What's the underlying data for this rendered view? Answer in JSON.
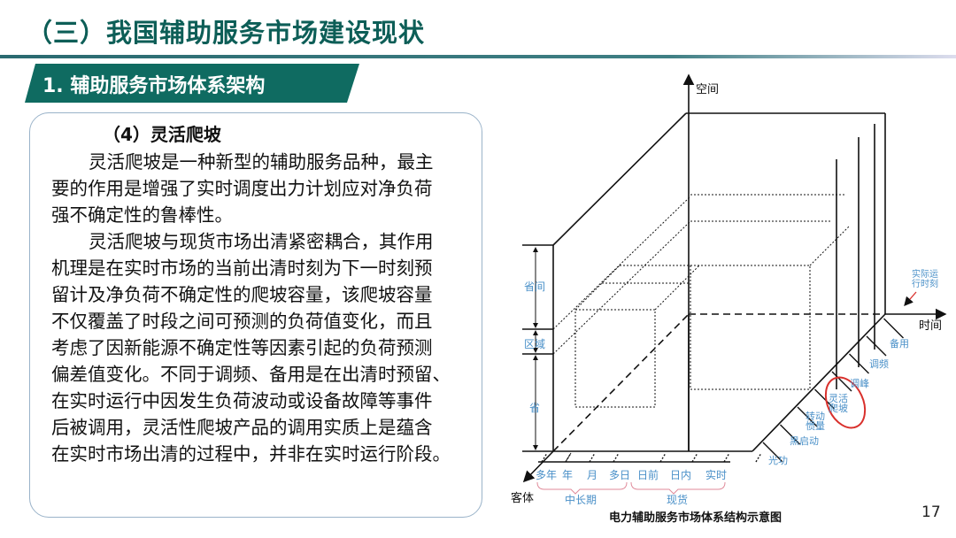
{
  "header": {
    "title": "（三）我国辅助服务市场建设现状",
    "subtitle": "1. 辅助服务市场体系架构"
  },
  "content": {
    "heading": "（4）灵活爬坡",
    "lines": [
      "灵活爬坡是一种新型的辅助服务品种，最主",
      "要的作用是增强了实时调度出力计划应对净负荷",
      "强不确定性的鲁棒性。",
      "灵活爬坡与现货市场出清紧密耦合，其作用",
      "机理是在实时市场的当前出清时刻为下一时刻预",
      "留计及净负荷不确定性的爬坡容量，该爬坡容量",
      "不仅覆盖了时段之间可预测的负荷值变化，而且",
      "考虑了因新能源不确定性等因素引起的负荷预测",
      "偏差值变化。不同于调频、备用是在出清时预留、",
      "在实时运行中因发生负荷波动或设备故障等事件",
      "后被调用，灵活性爬坡产品的调用实质上是蕴含",
      "在实时市场出清的过程中，并非在实时运行阶段。"
    ]
  },
  "diagram": {
    "axis_space": "空间",
    "axis_time": "时间",
    "axis_object": "客体",
    "space_levels": [
      "省间",
      "区域",
      "省"
    ],
    "time_scales": [
      "多年",
      "年",
      "月",
      "多日",
      "日前",
      "日内",
      "实时"
    ],
    "time_groups": [
      "中长期",
      "现货"
    ],
    "services": [
      "光功",
      "黑启动",
      "转动惯量",
      "灵活爬坡",
      "调峰",
      "调频",
      "备用"
    ],
    "realtime_note": "实际运行时刻",
    "caption": "电力辅助服务市场体系结构示意图",
    "highlight_color": "#d9302c",
    "label_color": "#4a90c8"
  },
  "page_number": "17"
}
